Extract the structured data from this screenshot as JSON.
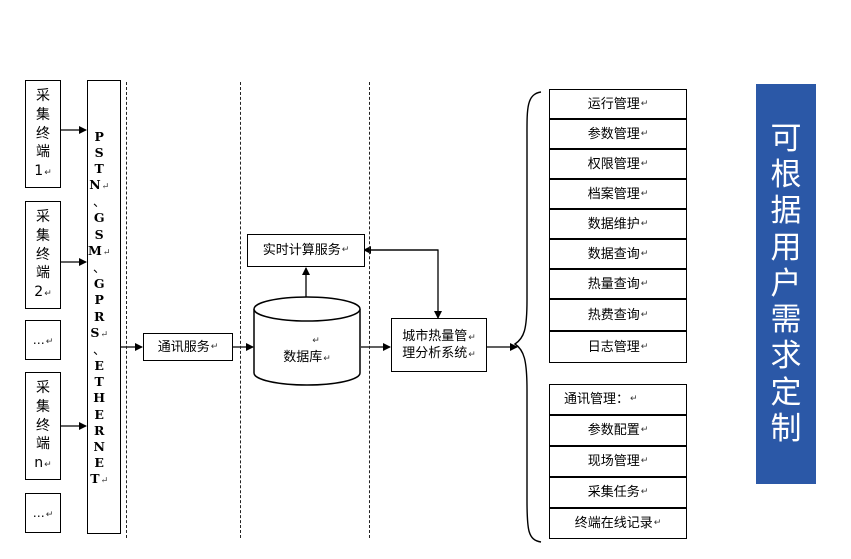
{
  "collectors": [
    {
      "label": "采集终端1",
      "chars": [
        "采",
        "集",
        "终",
        "端",
        "1"
      ]
    },
    {
      "label": "采集终端2",
      "chars": [
        "采",
        "集",
        "终",
        "端",
        "2"
      ]
    },
    {
      "label": "…"
    },
    {
      "label": "采集终端n",
      "chars": [
        "采",
        "集",
        "终",
        "端",
        "n"
      ]
    },
    {
      "label": "…"
    }
  ],
  "protocols": {
    "text": "PSTN、GSM、GPRS、ETHERNET",
    "chars": [
      "P",
      "S",
      "T",
      "N",
      "、",
      "G",
      "S",
      "M",
      "、",
      "G",
      "P",
      "R",
      "S",
      "、",
      "E",
      "T",
      "H",
      "E",
      "R",
      "N",
      "E",
      "T"
    ]
  },
  "comm_service": "通讯服务",
  "realtime_service": "实时计算服务",
  "database": "数据库",
  "analysis_system": {
    "line1": "城市热量管",
    "line2": "理分析系统"
  },
  "modules_group1": [
    "运行管理",
    "参数管理",
    "权限管理",
    "档案管理",
    "数据维护",
    "数据查询",
    "热量查询",
    "热费查询",
    "日志管理"
  ],
  "modules_group2": [
    "通讯管理：",
    "参数配置",
    "现场管理",
    "采集任务",
    "终端在线记录"
  ],
  "sidebar": {
    "text": "可根据用户需求定制",
    "chars": [
      "可",
      "根",
      "据",
      "用",
      "户",
      "需",
      "求",
      "定",
      "制"
    ]
  },
  "return_mark": "↵",
  "colors": {
    "sidebar_bg": "#2b58a7",
    "sidebar_text": "#ffffff",
    "line": "#000000"
  }
}
